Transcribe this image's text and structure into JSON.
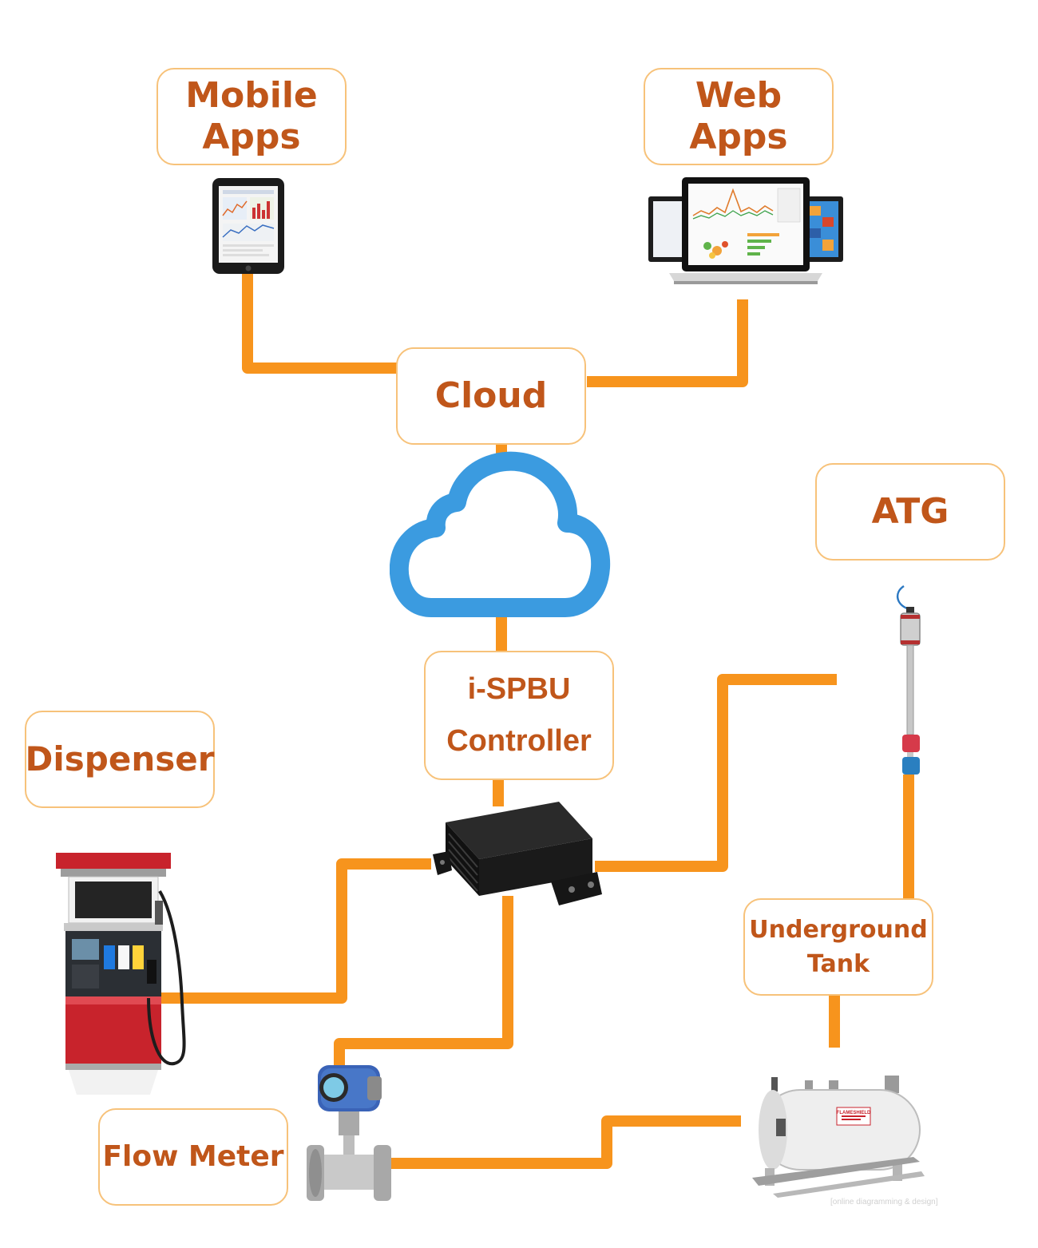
{
  "labels": {
    "mobile_apps": [
      "Mobile",
      "Apps"
    ],
    "web_apps": [
      "Web",
      "Apps"
    ],
    "cloud": "Cloud",
    "atg": "ATG",
    "controller": [
      "i-SPBU",
      "Controller"
    ],
    "dispenser": "Dispenser",
    "underground_tank": [
      "Underground",
      "Tank"
    ],
    "flow_meter": "Flow Meter"
  },
  "tank_decal": "FLAMESHIELD",
  "watermark": "[online diagramming & design]",
  "colors": {
    "connector": "#f7941d",
    "label_text": "#c0561a",
    "label_border": "#f7c27a",
    "cloud": "#3b9be0",
    "dispenser_red": "#c8232c"
  },
  "icons": [
    "tablet-icon",
    "laptop-monitor-icon",
    "cloud-icon",
    "controller-box-icon",
    "atg-probe-icon",
    "fuel-dispenser-icon",
    "flow-meter-icon",
    "storage-tank-icon"
  ]
}
